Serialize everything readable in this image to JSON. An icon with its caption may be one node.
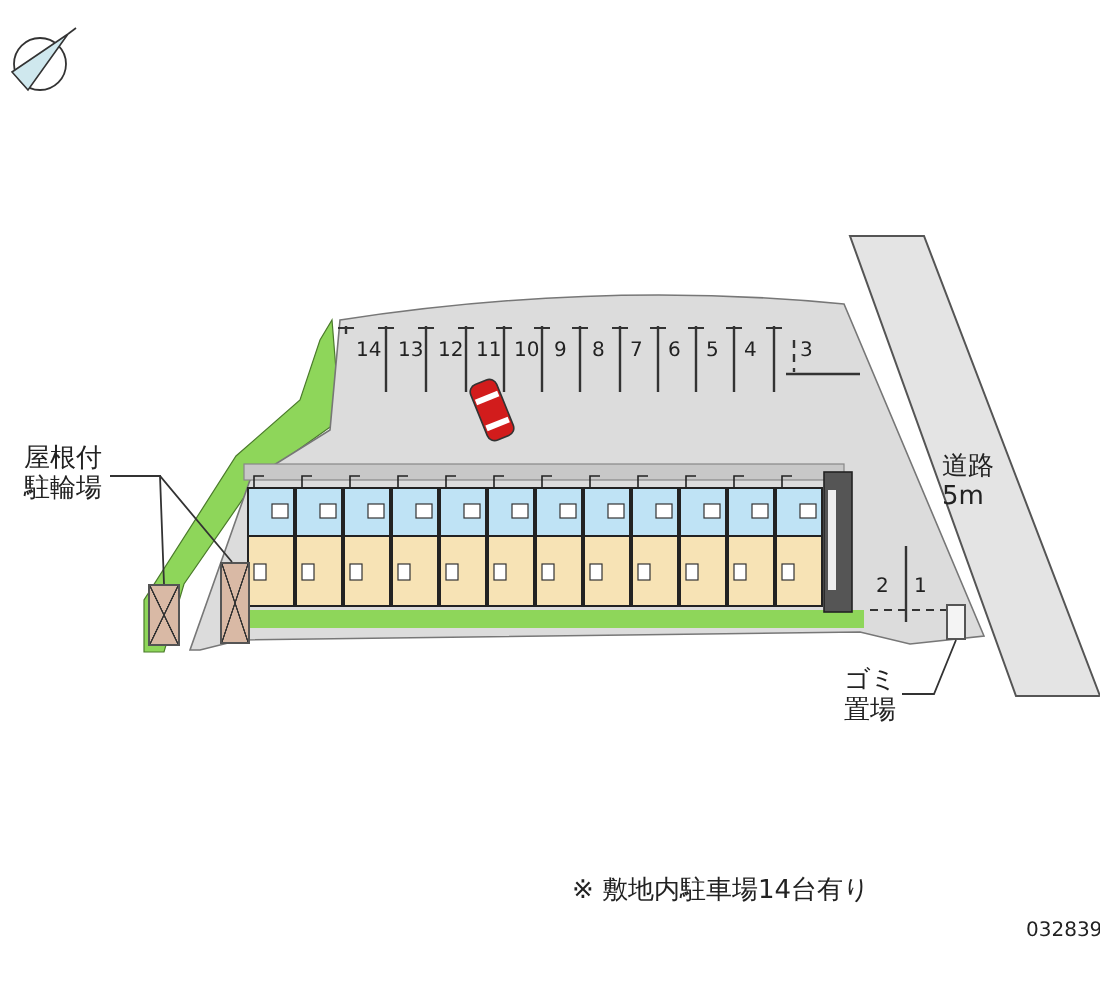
{
  "diagram": {
    "nodes": [
      {
        "text": [
          "屋根付駐輪場"
        ]
      },
      {
        "text": [],
        "shape": "box"
      },
      {
        "text": [],
        "shape": "box"
      },
      {
        "text": [
          "ゴミ置場"
        ]
      },
      {
        "text": [],
        "shape": "box"
      }
    ],
    "edges": [
      {
        "from": 0,
        "to": 1,
        "arrow": "none"
      },
      {
        "from": 0,
        "to": 2,
        "arrow": "none"
      },
      {
        "from": 3,
        "to": 4,
        "arrow": "none"
      }
    ],
    "labels": [
      "14",
      "13",
      "12",
      "11",
      "10",
      "9",
      "8",
      "7",
      "6",
      "5",
      "4",
      "3",
      "道路5m",
      "2",
      "1",
      "※ 敷地内駐車場14台有り",
      "032839"
    ]
  }
}
